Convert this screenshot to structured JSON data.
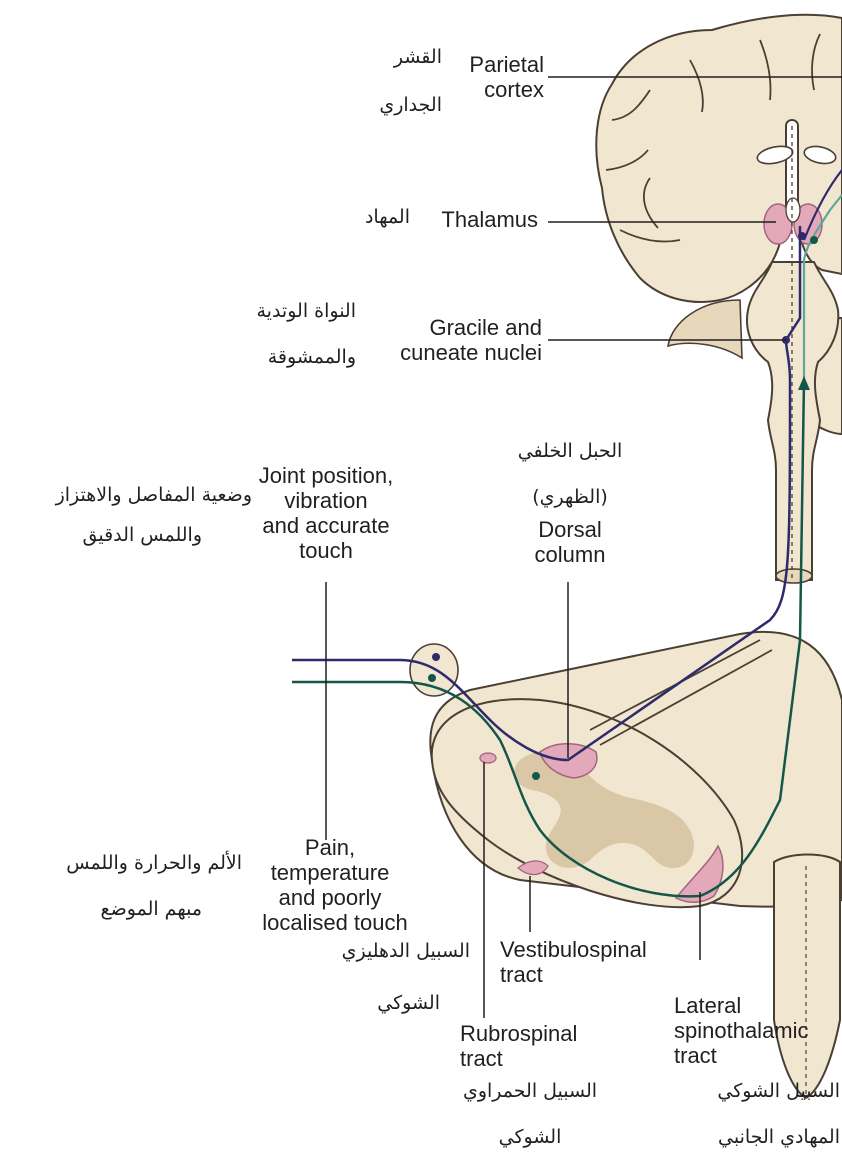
{
  "labels": {
    "parietal_cortex": {
      "en_1": "Parietal",
      "en_2": "cortex",
      "ar_1": "القشر",
      "ar_2": "الجداري"
    },
    "thalamus": {
      "en": "Thalamus",
      "ar": "المهاد"
    },
    "gracile_cuneate": {
      "en_1": "Gracile and",
      "en_2": "cuneate nuclei",
      "ar_1": "النواة الوتدية",
      "ar_2": "والممشوقة"
    },
    "dorsal_column": {
      "ar_1": "الحبل الخلفي",
      "ar_2": "(الظهري)",
      "en_1": "Dorsal",
      "en_2": "column"
    },
    "joint_position": {
      "en_1": "Joint position,",
      "en_2": "vibration",
      "en_3": "and accurate",
      "en_4": "touch",
      "ar_1": "وضعية المفاصل والاهتزاز",
      "ar_2": "واللمس الدقيق"
    },
    "pain": {
      "en_1": "Pain,",
      "en_2": "temperature",
      "en_3": "and poorly",
      "en_4": "localised touch",
      "ar_1": "الألم والحرارة واللمس",
      "ar_2": "مبهم الموضع"
    },
    "vestibulospinal": {
      "en_1": "Vestibulospinal",
      "en_2": "tract",
      "ar_1": "السبيل الدهليزي",
      "ar_2": "الشوكي"
    },
    "rubrospinal": {
      "en_1": "Rubrospinal",
      "en_2": "tract",
      "ar_1": "السبيل الحمراوي",
      "ar_2": "الشوكي"
    },
    "lateral_spinothalamic": {
      "en_1": "Lateral",
      "en_2": "spinothalamic",
      "en_3": "tract",
      "ar_1": "السبيل الشوكي",
      "ar_2": "المهادي الجانبي"
    }
  },
  "colors": {
    "tissue": "#f1e6cf",
    "tissue_outline": "#4a3f35",
    "grey_matter": "#d9c7a6",
    "nucleus_pink": "#e3a9bb",
    "dorsal_pathway": "#2e2a6b",
    "spinothalamic_pathway": "#14574a",
    "spinothalamic_light": "#5fa79a",
    "leader_line": "#231f20"
  }
}
